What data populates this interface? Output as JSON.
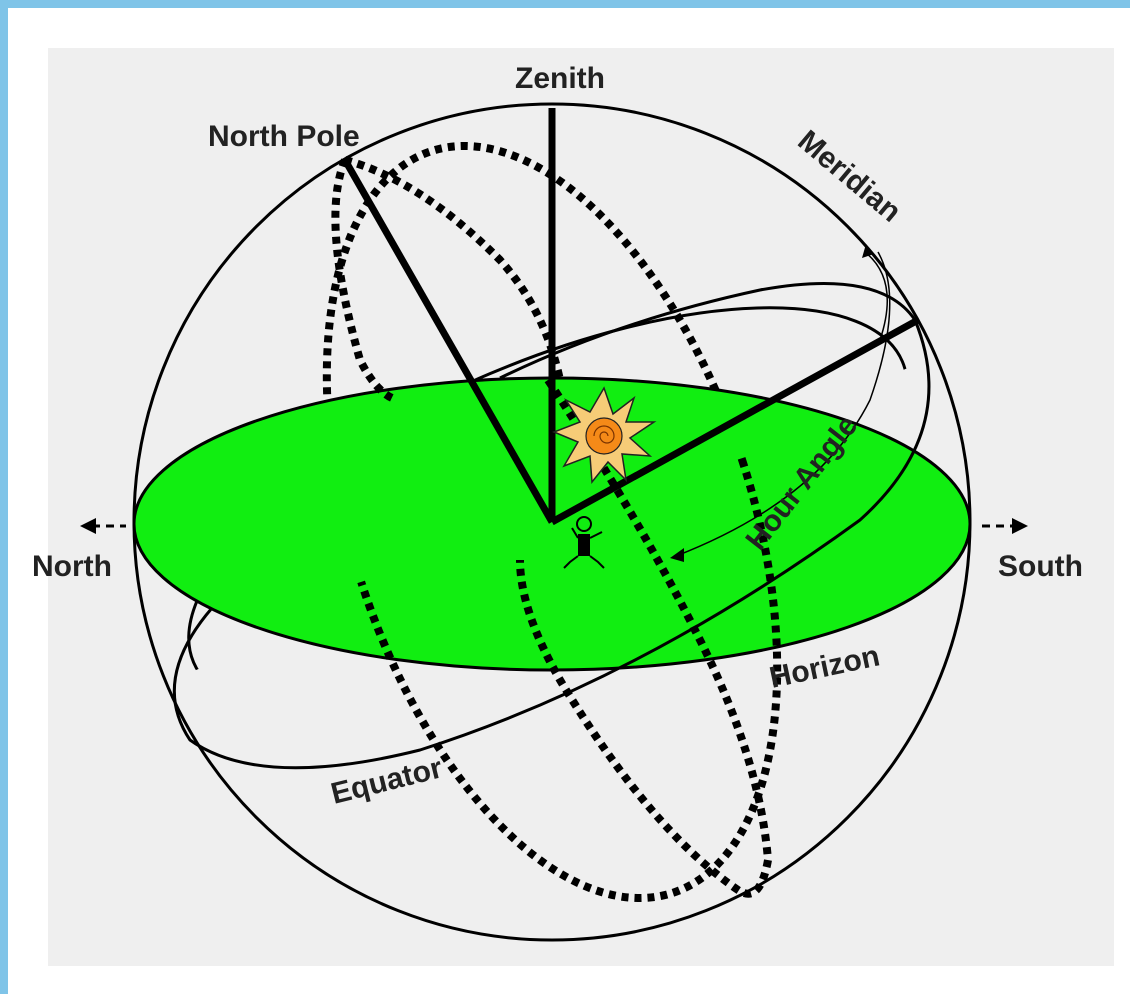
{
  "diagram": {
    "labels": {
      "zenith": "Zenith",
      "north_pole": "North Pole",
      "meridian": "Meridian",
      "north": "North",
      "south": "South",
      "hour_angle": "Hour Angle",
      "horizon": "Horizon",
      "equator": "Equator"
    },
    "colors": {
      "horizon_plane": "#11ee11",
      "lines": "#000000",
      "sun_outer": "#f6cc77",
      "sun_inner": "#f58a18",
      "frame_border": "#7fc4e8",
      "panel_background": "#efefef"
    },
    "icons": [
      "sun-icon",
      "observer-icon"
    ]
  }
}
